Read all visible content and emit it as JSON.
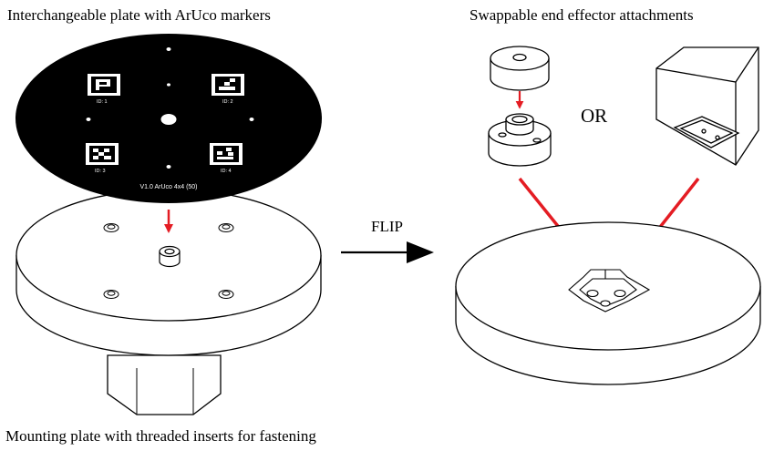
{
  "labels": {
    "top_left": "Interchangeable plate with ArUco markers",
    "top_right": "Swappable end effector attachments",
    "bottom_left": "Mounting plate with threaded inserts for fastening",
    "flip": "FLIP",
    "or": "OR"
  },
  "aruco_plate": {
    "marker_ids": [
      "ID: 1",
      "ID: 2",
      "ID: 3",
      "ID: 4"
    ],
    "footer": "V1.0 ArUco 4x4 (50)"
  },
  "colors": {
    "arrow_red": "#e41c23",
    "plate_black": "#000000",
    "line": "#000000"
  }
}
